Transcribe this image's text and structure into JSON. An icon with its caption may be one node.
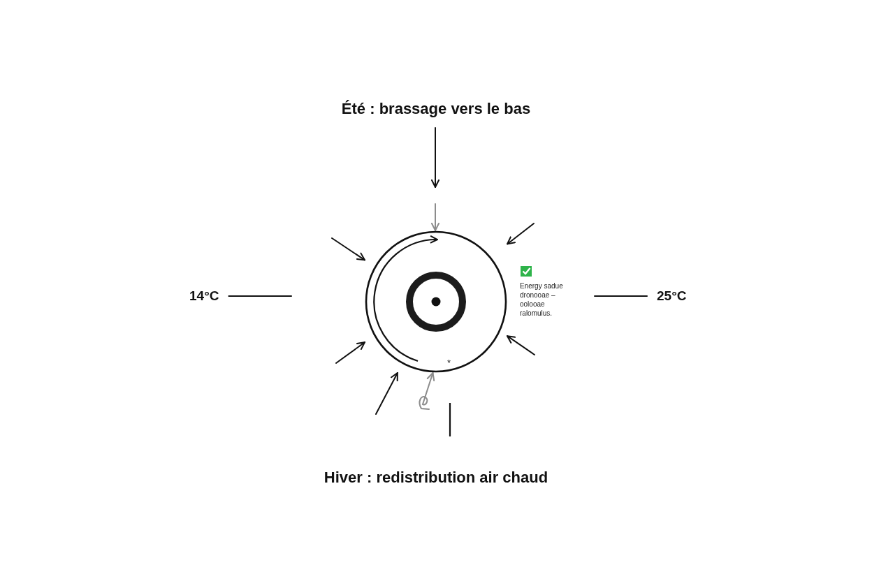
{
  "diagram": {
    "nodes": [
      {
        "text": [
          "Été : brassage vers le bas"
        ]
      },
      {
        "text": [
          "14°C"
        ]
      },
      {
        "text": [],
        "shape": "circle"
      },
      {
        "text": [
          "25°C"
        ]
      },
      {
        "text": [
          "Hiver : redistribution air chaud"
        ]
      }
    ],
    "edges": [
      {
        "from": 0,
        "to": null,
        "arrow": "to"
      },
      {
        "from": null,
        "to": 2,
        "arrow": "to",
        "color": "#8c8c8c"
      },
      {
        "from": null,
        "to": 2,
        "arrow": "to"
      },
      {
        "from": null,
        "to": 2,
        "arrow": "to"
      },
      {
        "from": 1,
        "to": null,
        "arrow": "none"
      },
      {
        "from": 3,
        "to": null,
        "arrow": "none"
      },
      {
        "from": null,
        "to": 2,
        "arrow": "to"
      },
      {
        "from": null,
        "to": 2,
        "arrow": "to"
      },
      {
        "from": null,
        "to": 2,
        "arrow": "to"
      },
      {
        "from": null,
        "to": 2,
        "arrow": "to",
        "color": "#8c8c8c"
      }
    ],
    "labels": [
      "Energy sadue dronooae – oolooae ralomulus.",
      "*"
    ]
  }
}
